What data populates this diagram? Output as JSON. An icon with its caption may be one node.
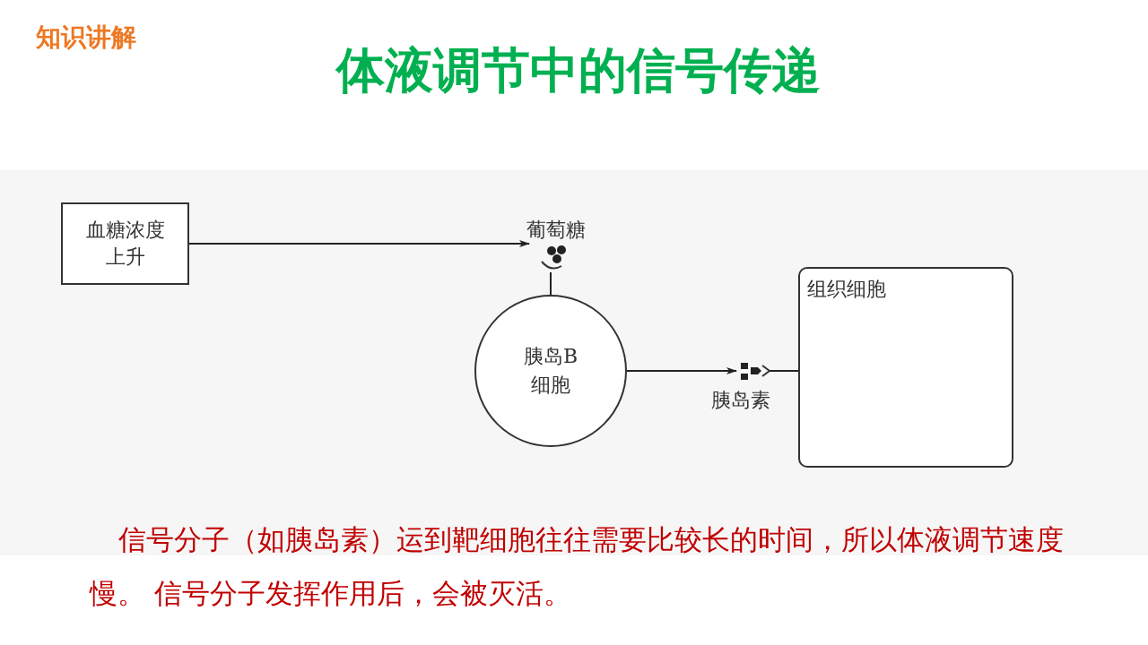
{
  "diagram": {
    "title": "体液调节中的信号传递",
    "caption": "信号分子（如胰岛素）运到靶细胞往往需要比较长的时间，所以体液调节速度慢。 信号分子发挥作用后，会被灭活。",
    "nodes": [
      {
        "text": [
          "血糖浓度上升"
        ]
      },
      {
        "text": [
          "葡萄糖"
        ]
      },
      {
        "text": [
          "胰岛B 细胞"
        ]
      },
      {
        "text": [
          "胰岛素"
        ]
      },
      {
        "text": [
          "组织细胞"
        ]
      }
    ],
    "edges": [
      {
        "from": 0,
        "to": 1,
        "arrow": "to"
      },
      {
        "from": 1,
        "to": 2,
        "arrow": "none"
      },
      {
        "from": 2,
        "to": 3,
        "arrow": "to"
      },
      {
        "from": 3,
        "to": 4,
        "arrow": "none"
      }
    ],
    "labels": [
      "知识讲解"
    ]
  }
}
